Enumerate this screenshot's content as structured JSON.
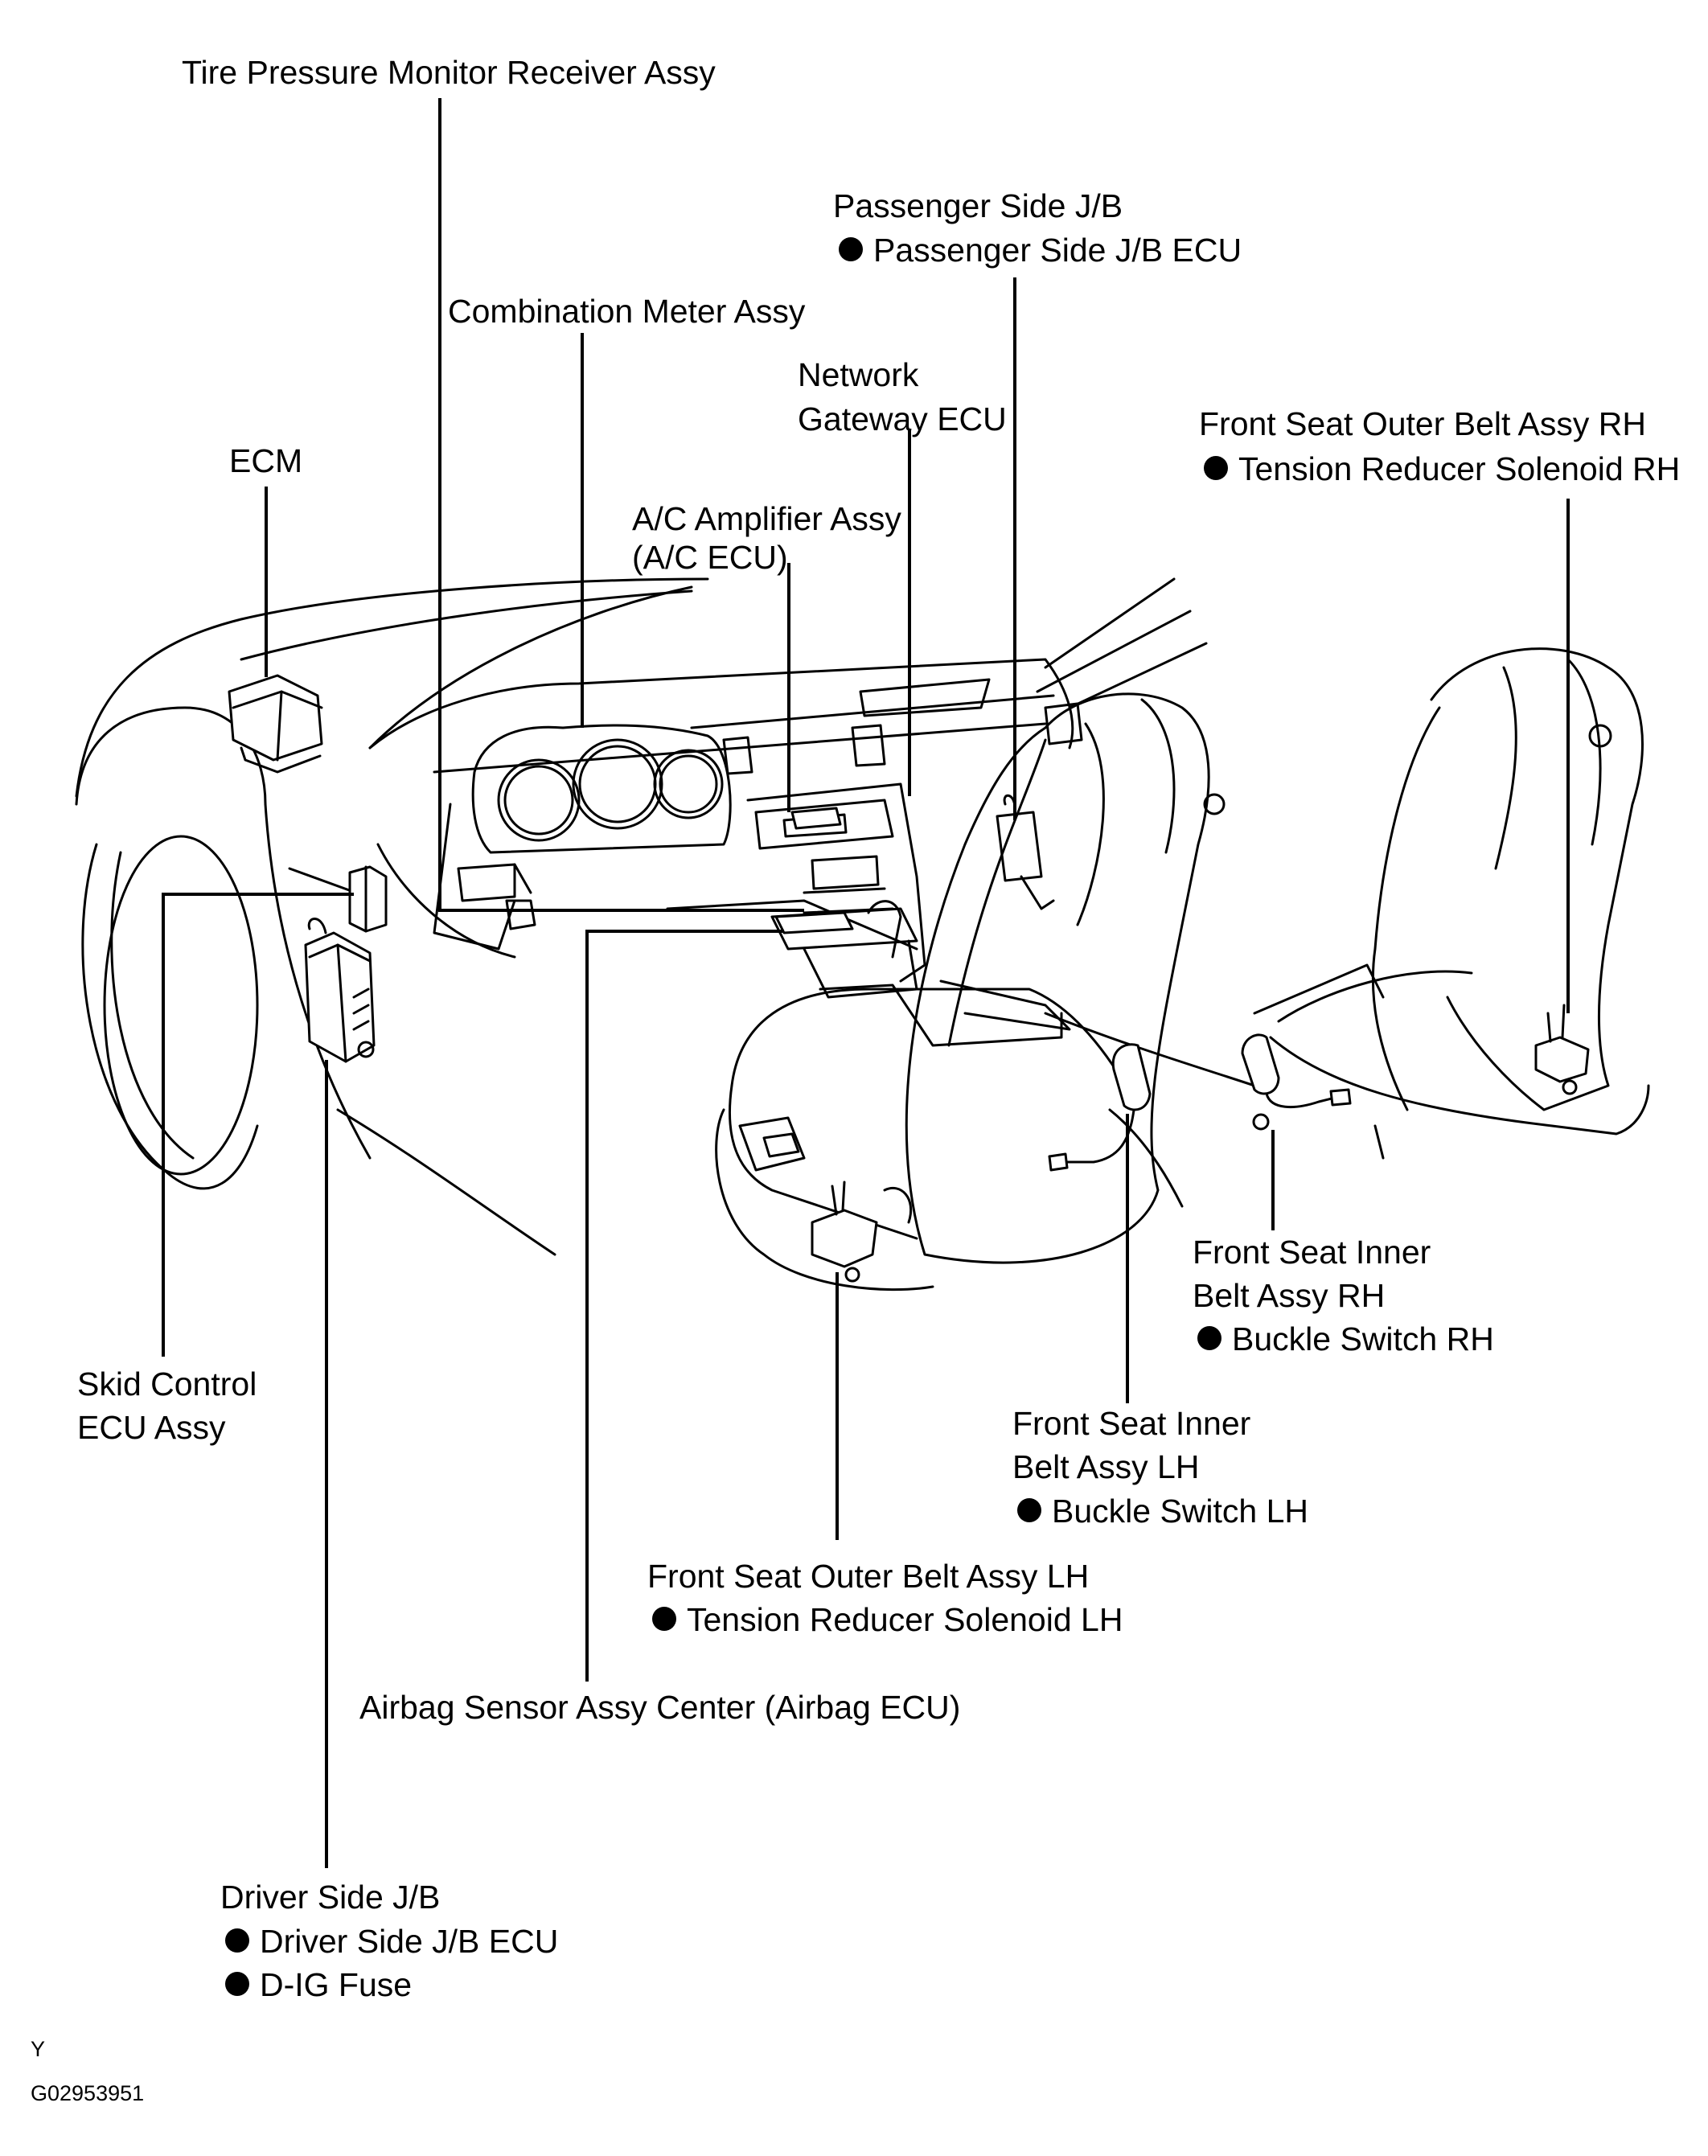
{
  "labels": {
    "tpms": "Tire Pressure Monitor Receiver Assy",
    "psjb_1": "Passenger Side J/B",
    "psjb_2": "Passenger Side J/B ECU",
    "combo": "Combination Meter Assy",
    "netgw_1": "Network",
    "netgw_2": "Gateway ECU",
    "fsob_rh_1": "Front Seat Outer Belt Assy RH",
    "fsob_rh_2": "Tension Reducer Solenoid RH",
    "ecm": "ECM",
    "ac_1": "A/C Amplifier Assy",
    "ac_2": "(A/C ECU)",
    "fsib_rh_1": "Front Seat Inner",
    "fsib_rh_2": "Belt Assy RH",
    "fsib_rh_3": "Buckle Switch RH",
    "skid_1": "Skid Control",
    "skid_2": "ECU Assy",
    "fsib_lh_1": "Front Seat Inner",
    "fsib_lh_2": "Belt Assy LH",
    "fsib_lh_3": "Buckle Switch LH",
    "fsob_lh_1": "Front Seat Outer Belt Assy LH",
    "fsob_lh_2": "Tension Reducer Solenoid LH",
    "airbag": "Airbag Sensor Assy Center (Airbag ECU)",
    "dsjb_1": "Driver Side J/B",
    "dsjb_2": "Driver Side J/B ECU",
    "dsjb_3": "D-IG Fuse",
    "code_y": "Y",
    "code_num": "G02953951"
  }
}
